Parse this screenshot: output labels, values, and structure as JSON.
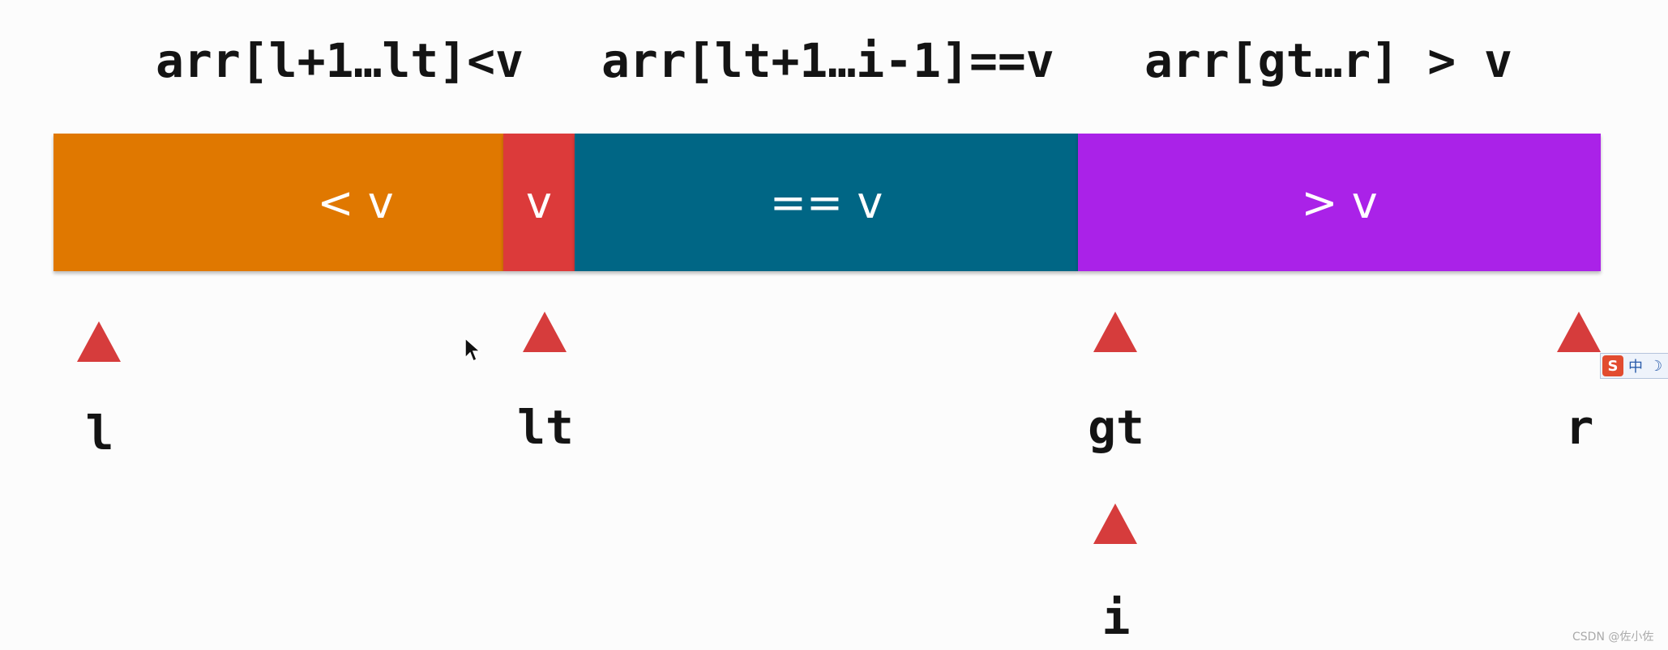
{
  "headers": {
    "less": "arr[l+1…lt]<v",
    "equal": "arr[lt+1…i-1]==v",
    "greater": "arr[gt…r] > v"
  },
  "segments": {
    "less": {
      "label": "< v",
      "color": "#e07800"
    },
    "pivot": {
      "label": "v",
      "color": "#dc3a3a"
    },
    "equal": {
      "label": "== v",
      "color": "#006685"
    },
    "greater": {
      "label": "> v",
      "color": "#aa22e8"
    }
  },
  "pointers": {
    "l": "l",
    "lt": "lt",
    "gt": "gt",
    "r": "r",
    "i": "i"
  },
  "pointer_color": "#d63c3c",
  "ime": {
    "logo": "S",
    "mode": "中",
    "moon": "☽"
  },
  "watermark": "CSDN @佐小佐"
}
